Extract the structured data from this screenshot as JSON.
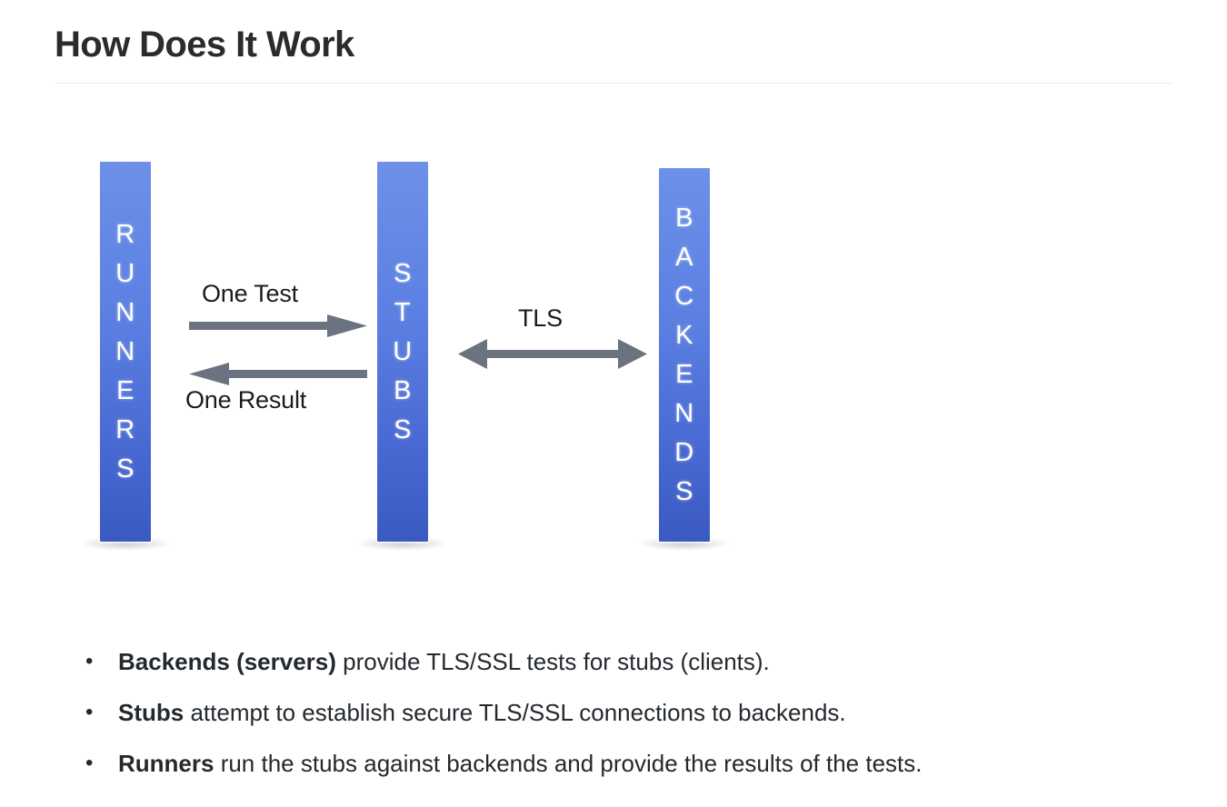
{
  "header": {
    "title": "How Does It Work"
  },
  "diagram": {
    "pillars": [
      {
        "name": "runners",
        "label": "RUNNERS",
        "letters": [
          "R",
          "U",
          "N",
          "N",
          "E",
          "R",
          "S"
        ]
      },
      {
        "name": "stubs",
        "label": "STUBS",
        "letters": [
          "S",
          "T",
          "U",
          "B",
          "S"
        ]
      },
      {
        "name": "backends",
        "label": "BACKENDS",
        "letters": [
          "B",
          "A",
          "C",
          "K",
          "E",
          "N",
          "D",
          "S"
        ]
      }
    ],
    "arrows": [
      {
        "name": "one-test",
        "label": "One Test",
        "direction": "right",
        "from": "runners",
        "to": "stubs"
      },
      {
        "name": "one-result",
        "label": "One Result",
        "direction": "left",
        "from": "stubs",
        "to": "runners"
      },
      {
        "name": "tls",
        "label": "TLS",
        "direction": "bidirectional",
        "from": "stubs",
        "to": "backends"
      }
    ],
    "colors": {
      "pillar_top": "#6d90e9",
      "pillar_bottom": "#3a5ac2",
      "arrow": "#6b7280",
      "label_text": "#1c1c1c"
    }
  },
  "bullets": [
    {
      "term": "Backends (servers)",
      "rest": " provide TLS/SSL tests for stubs (clients)."
    },
    {
      "term": "Stubs",
      "rest": " attempt to establish secure TLS/SSL connections to backends."
    },
    {
      "term": "Runners",
      "rest": " run the stubs against backends and provide the results of the tests."
    }
  ]
}
